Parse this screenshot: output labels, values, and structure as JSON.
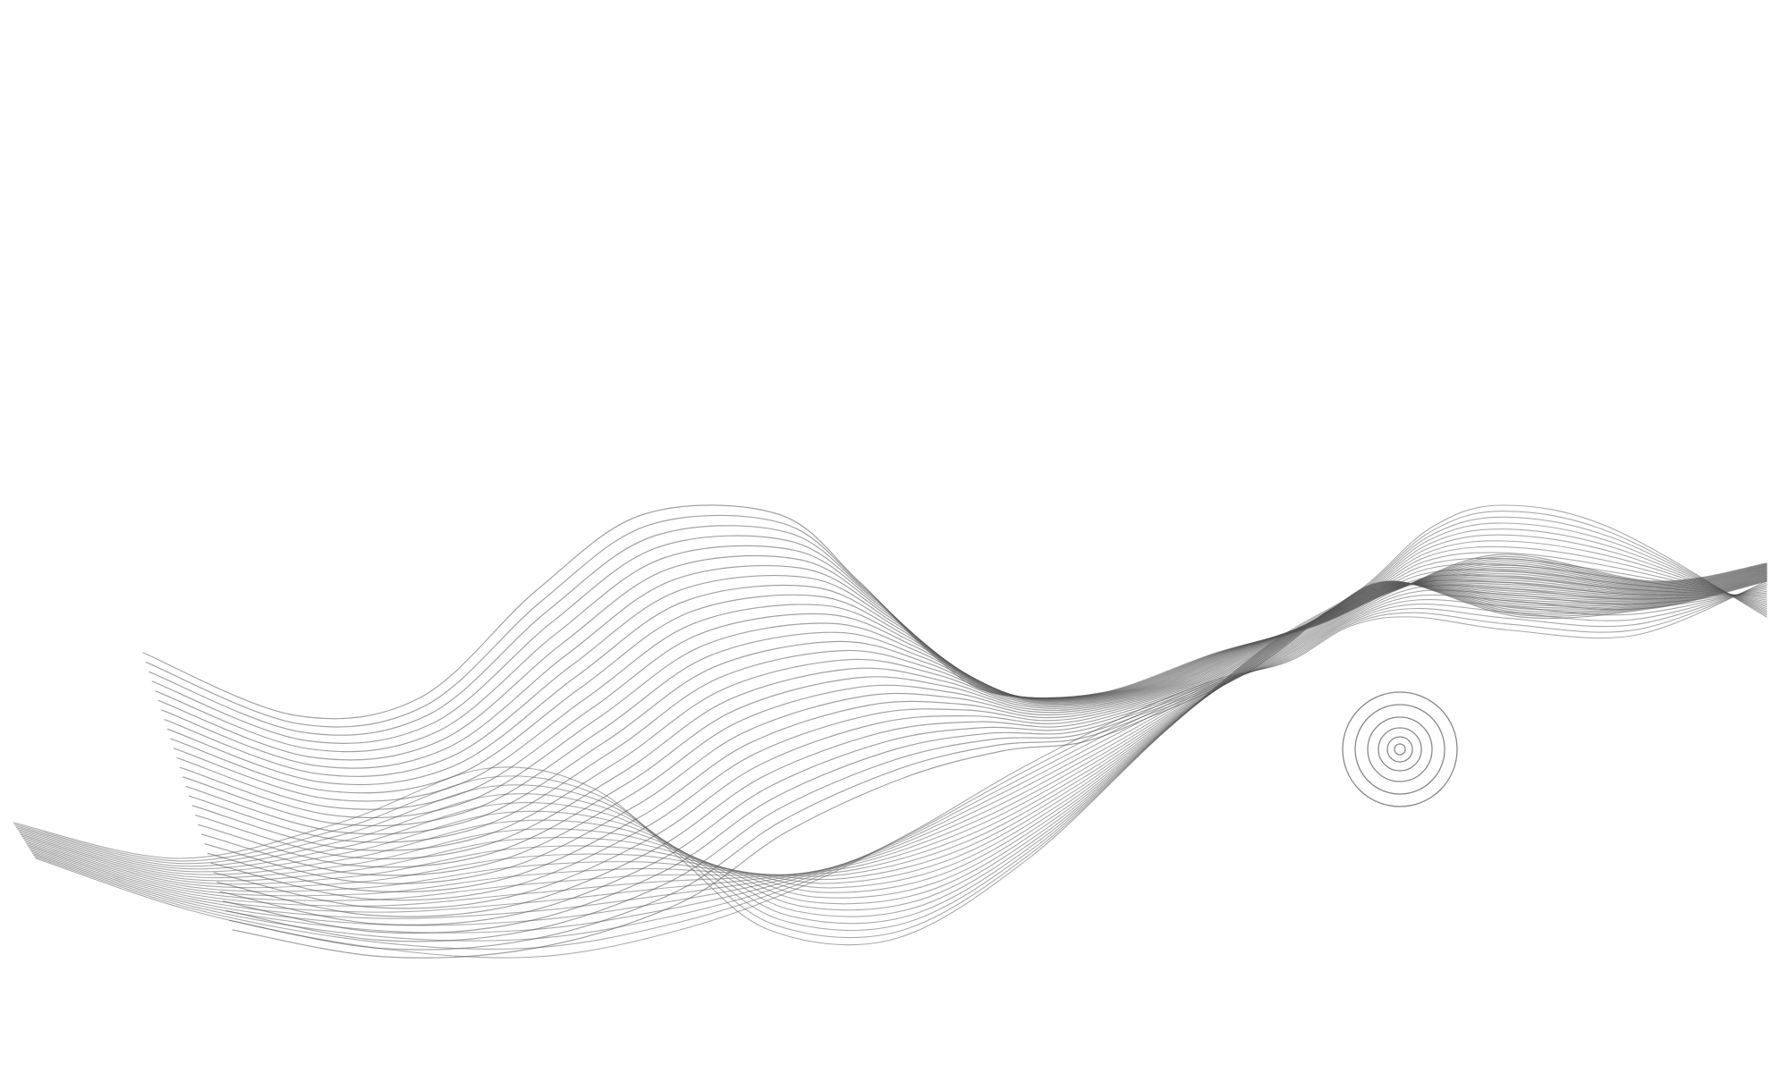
{
  "artwork": {
    "background_color": "#ffffff",
    "line_color": "#555555",
    "elements": [
      "wave-line-bundle-upper",
      "wave-line-bundle-lower",
      "concentric-circles"
    ]
  }
}
